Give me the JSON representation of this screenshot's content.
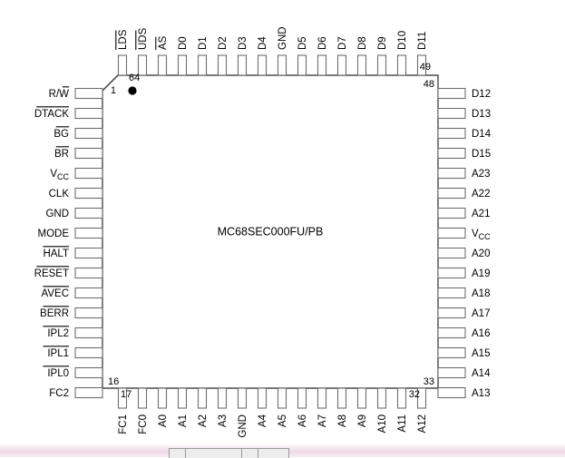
{
  "diagram": {
    "title": "MC68SEC000FU/PB",
    "package": "64-lead QFP pinout diagram",
    "colors": {
      "body_stroke": "#4a4a4a",
      "pin_stroke": "#6e6e6e",
      "fill": "#ffffff",
      "text": "#000000",
      "bottom_band": "#efd9e6"
    },
    "corner_numbers": {
      "top_left_upper": "64",
      "top_left_lower": "1",
      "top_right_upper": "49",
      "top_right_lower": "48",
      "bottom_left_upper": "16",
      "bottom_left_lower": "17",
      "bottom_right_upper": "33",
      "bottom_right_lower": "32"
    },
    "pins": {
      "top": [
        {
          "label": "LDS",
          "overbar": "full"
        },
        {
          "label": "UDS",
          "overbar": "full"
        },
        {
          "label": "AS",
          "overbar": "full"
        },
        {
          "label": "D0",
          "overbar": "none"
        },
        {
          "label": "D1",
          "overbar": "none"
        },
        {
          "label": "D2",
          "overbar": "none"
        },
        {
          "label": "D3",
          "overbar": "none"
        },
        {
          "label": "D4",
          "overbar": "none"
        },
        {
          "label": "GND",
          "overbar": "none"
        },
        {
          "label": "D5",
          "overbar": "none"
        },
        {
          "label": "D6",
          "overbar": "none"
        },
        {
          "label": "D7",
          "overbar": "none"
        },
        {
          "label": "D8",
          "overbar": "none"
        },
        {
          "label": "D9",
          "overbar": "none"
        },
        {
          "label": "D10",
          "overbar": "none"
        },
        {
          "label": "D11",
          "overbar": "none"
        }
      ],
      "left": [
        {
          "label": "R/W",
          "overbar": "partial"
        },
        {
          "label": "DTACK",
          "overbar": "full"
        },
        {
          "label": "BG",
          "overbar": "full"
        },
        {
          "label": "BR",
          "overbar": "full"
        },
        {
          "label": "VCC",
          "overbar": "none",
          "subscript": "CC",
          "base": "V"
        },
        {
          "label": "CLK",
          "overbar": "none"
        },
        {
          "label": "GND",
          "overbar": "none"
        },
        {
          "label": "MODE",
          "overbar": "none"
        },
        {
          "label": "HALT",
          "overbar": "full"
        },
        {
          "label": "RESET",
          "overbar": "full"
        },
        {
          "label": "AVEC",
          "overbar": "full"
        },
        {
          "label": "BERR",
          "overbar": "full"
        },
        {
          "label": "IPL2",
          "overbar": "full"
        },
        {
          "label": "IPL1",
          "overbar": "full"
        },
        {
          "label": "IPL0",
          "overbar": "full"
        },
        {
          "label": "FC2",
          "overbar": "none"
        }
      ],
      "bottom": [
        {
          "label": "FC1",
          "overbar": "none"
        },
        {
          "label": "FC0",
          "overbar": "none"
        },
        {
          "label": "A0",
          "overbar": "none"
        },
        {
          "label": "A1",
          "overbar": "none"
        },
        {
          "label": "A2",
          "overbar": "none"
        },
        {
          "label": "A3",
          "overbar": "none"
        },
        {
          "label": "GND",
          "overbar": "none"
        },
        {
          "label": "A4",
          "overbar": "none"
        },
        {
          "label": "A5",
          "overbar": "none"
        },
        {
          "label": "A6",
          "overbar": "none"
        },
        {
          "label": "A7",
          "overbar": "none"
        },
        {
          "label": "A8",
          "overbar": "none"
        },
        {
          "label": "A9",
          "overbar": "none"
        },
        {
          "label": "A10",
          "overbar": "none"
        },
        {
          "label": "A11",
          "overbar": "none"
        },
        {
          "label": "A12",
          "overbar": "none"
        }
      ],
      "right": [
        {
          "label": "D12",
          "overbar": "none"
        },
        {
          "label": "D13",
          "overbar": "none"
        },
        {
          "label": "D14",
          "overbar": "none"
        },
        {
          "label": "D15",
          "overbar": "none"
        },
        {
          "label": "A23",
          "overbar": "none"
        },
        {
          "label": "A22",
          "overbar": "none"
        },
        {
          "label": "A21",
          "overbar": "none"
        },
        {
          "label": "VCC",
          "overbar": "none",
          "subscript": "CC",
          "base": "V"
        },
        {
          "label": "A20",
          "overbar": "none"
        },
        {
          "label": "A19",
          "overbar": "none"
        },
        {
          "label": "A18",
          "overbar": "none"
        },
        {
          "label": "A17",
          "overbar": "none"
        },
        {
          "label": "A16",
          "overbar": "none"
        },
        {
          "label": "A15",
          "overbar": "none"
        },
        {
          "label": "A14",
          "overbar": "none"
        },
        {
          "label": "A13",
          "overbar": "none"
        }
      ]
    }
  }
}
